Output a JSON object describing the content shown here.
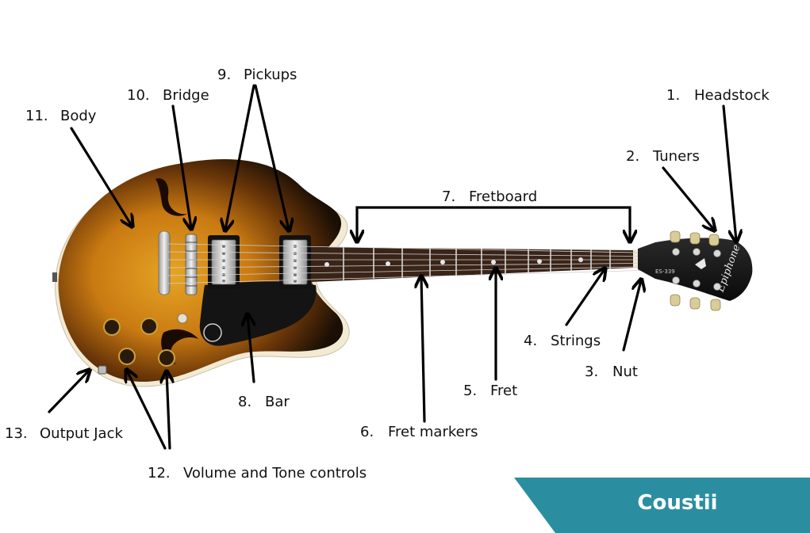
{
  "labels": [
    {
      "num": "1.",
      "text": "Headstock"
    },
    {
      "num": "2.",
      "text": "Tuners"
    },
    {
      "num": "3.",
      "text": "Nut"
    },
    {
      "num": "4.",
      "text": "Strings"
    },
    {
      "num": "5.",
      "text": "Fret"
    },
    {
      "num": "6.",
      "text": "Fret markers"
    },
    {
      "num": "7.",
      "text": "Fretboard"
    },
    {
      "num": "8.",
      "text": "Bar"
    },
    {
      "num": "9.",
      "text": "Pickups"
    },
    {
      "num": "10.",
      "text": "Bridge"
    },
    {
      "num": "11.",
      "text": "Body"
    },
    {
      "num": "12.",
      "text": "Volume and Tone controls"
    },
    {
      "num": "13.",
      "text": "Output Jack"
    }
  ],
  "brand": {
    "name": "Coustii",
    "color": "#2b8ea0"
  },
  "headstock_logo": "Epiphone",
  "model_badge": "ES-339",
  "colors": {
    "body_edge": "#1a0e05",
    "body_center": "#e0a020",
    "fretboard": "#3a2418",
    "pickguard": "#141414",
    "arrow": "#000000"
  }
}
